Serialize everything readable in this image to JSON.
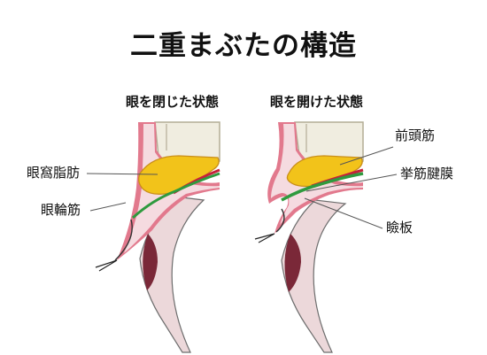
{
  "title": "二重まぶたの構造",
  "panels": [
    {
      "heading": "眼を閉じた状態"
    },
    {
      "heading": "眼を開けた状態"
    }
  ],
  "labels": {
    "fat_pad": "眼窩脂肪",
    "orbicularis": "眼輪筋",
    "frontalis": "前頭筋",
    "aponeurosis": "挙筋腱膜",
    "tarsus": "瞼板"
  },
  "colors": {
    "skin_outer": "#e2798d",
    "skin_inner": "#f5dbe0",
    "bone_fill": "#f0ede0",
    "bone_stroke": "#b3ad96",
    "fat": "#f2c31a",
    "fat_stroke": "#c98e1a",
    "muscle_red": "#c4213a",
    "aponeurosis_green": "#2f9a3e",
    "eyeball_fill": "#ecd8da",
    "iris": "#7a2838"
  }
}
